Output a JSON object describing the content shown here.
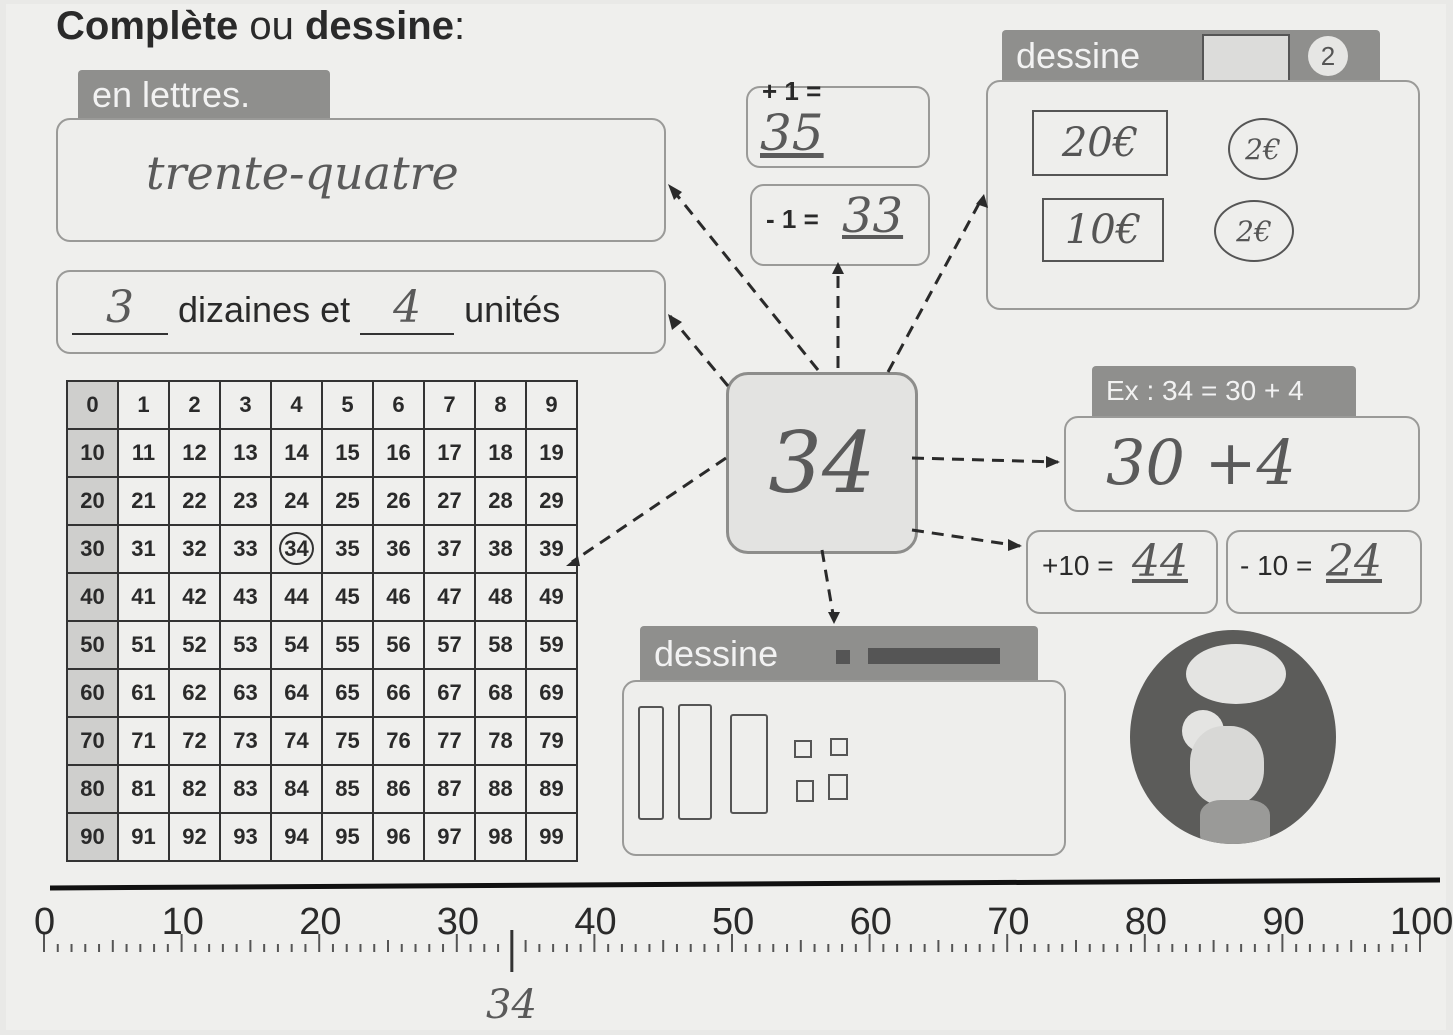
{
  "title": {
    "bold1": "Complète",
    "plain": " ou ",
    "bold2": "dessine",
    "colon": ":"
  },
  "letters": {
    "header": "en lettres.",
    "answer": "trente-quatre"
  },
  "tens_units": {
    "tens_answer": "3",
    "tens_label": "dizaines et",
    "units_answer": "4",
    "units_label": "unités"
  },
  "plus_minus_one": {
    "plus_label": "+ 1 =",
    "plus_answer": "35",
    "minus_label": "- 1 =",
    "minus_answer": "33"
  },
  "draw_money": {
    "header": "dessine",
    "page_number": "2",
    "items": [
      "20€",
      "2€",
      "10€",
      "2€"
    ]
  },
  "center_number": "34",
  "decomposition": {
    "header": "Ex : 34 = 30 + 4",
    "answer": "30 +4"
  },
  "plus_minus_ten": {
    "plus_label": "+10 =",
    "plus_answer": "44",
    "minus_label": "- 10 =",
    "minus_answer": "24"
  },
  "draw_blocks": {
    "header": "dessine",
    "tens_drawn": 3,
    "units_drawn": 4
  },
  "hundred_grid": {
    "rows": [
      [
        "0",
        "1",
        "2",
        "3",
        "4",
        "5",
        "6",
        "7",
        "8",
        "9"
      ],
      [
        "10",
        "11",
        "12",
        "13",
        "14",
        "15",
        "16",
        "17",
        "18",
        "19"
      ],
      [
        "20",
        "21",
        "22",
        "23",
        "24",
        "25",
        "26",
        "27",
        "28",
        "29"
      ],
      [
        "30",
        "31",
        "32",
        "33",
        "34",
        "35",
        "36",
        "37",
        "38",
        "39"
      ],
      [
        "40",
        "41",
        "42",
        "43",
        "44",
        "45",
        "46",
        "47",
        "48",
        "49"
      ],
      [
        "50",
        "51",
        "52",
        "53",
        "54",
        "55",
        "56",
        "57",
        "58",
        "59"
      ],
      [
        "60",
        "61",
        "62",
        "63",
        "64",
        "65",
        "66",
        "67",
        "68",
        "69"
      ],
      [
        "70",
        "71",
        "72",
        "73",
        "74",
        "75",
        "76",
        "77",
        "78",
        "79"
      ],
      [
        "80",
        "81",
        "82",
        "83",
        "84",
        "85",
        "86",
        "87",
        "88",
        "89"
      ],
      [
        "90",
        "91",
        "92",
        "93",
        "94",
        "95",
        "96",
        "97",
        "98",
        "99"
      ]
    ],
    "circled": "34"
  },
  "number_line": {
    "labels": [
      "0",
      "10",
      "20",
      "30",
      "40",
      "50",
      "60",
      "70",
      "80",
      "90",
      "100"
    ],
    "marked_label": "34",
    "marked_value": 34
  }
}
